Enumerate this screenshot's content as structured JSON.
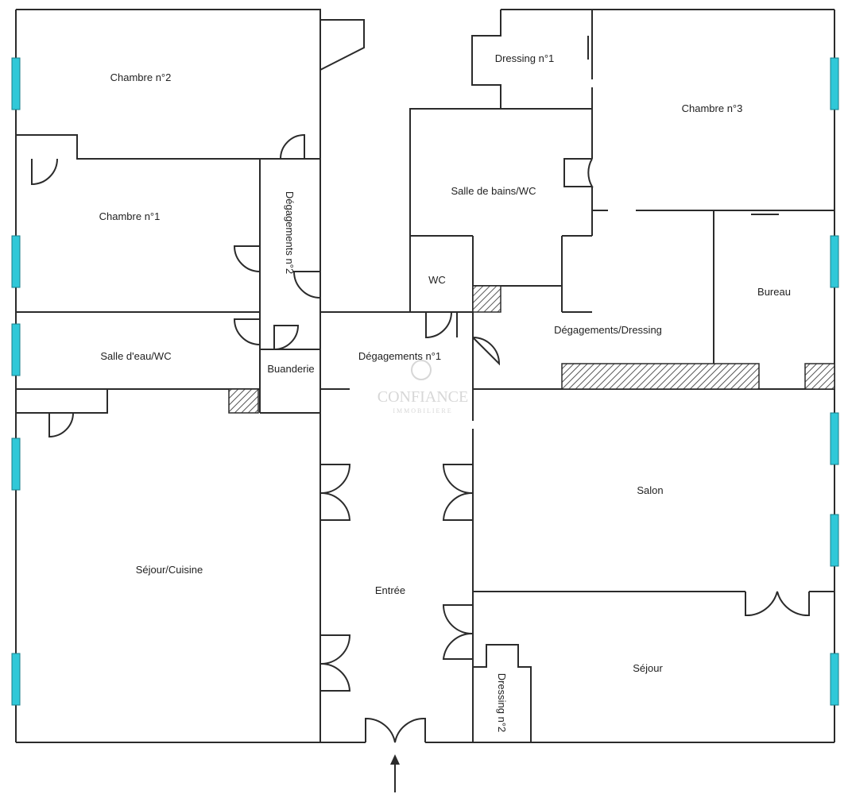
{
  "rooms": {
    "chambre2": "Chambre n°2",
    "chambre1": "Chambre n°1",
    "salle_eau": "Salle d'eau/WC",
    "buanderie": "Buanderie",
    "degagements2": "Dégagements n°2",
    "dressing1": "Dressing n°1",
    "chambre3": "Chambre n°3",
    "salle_bains": "Salle de bains/WC",
    "wc": "WC",
    "bureau": "Bureau",
    "degagements_dressing": "Dégagements/Dressing",
    "degagements1": "Dégagements n°1",
    "salon": "Salon",
    "sejour_cuisine": "Séjour/Cuisine",
    "entree": "Entrée",
    "sejour": "Séjour",
    "dressing2": "Dressing n°2"
  },
  "watermark": {
    "name": "CONFIANCE",
    "sub": "IMMOBILIERE"
  },
  "colors": {
    "wall": "#2b2b2b",
    "window": "#30c8d8",
    "hatch": "#555555",
    "watermark": "#d7d7d7"
  }
}
